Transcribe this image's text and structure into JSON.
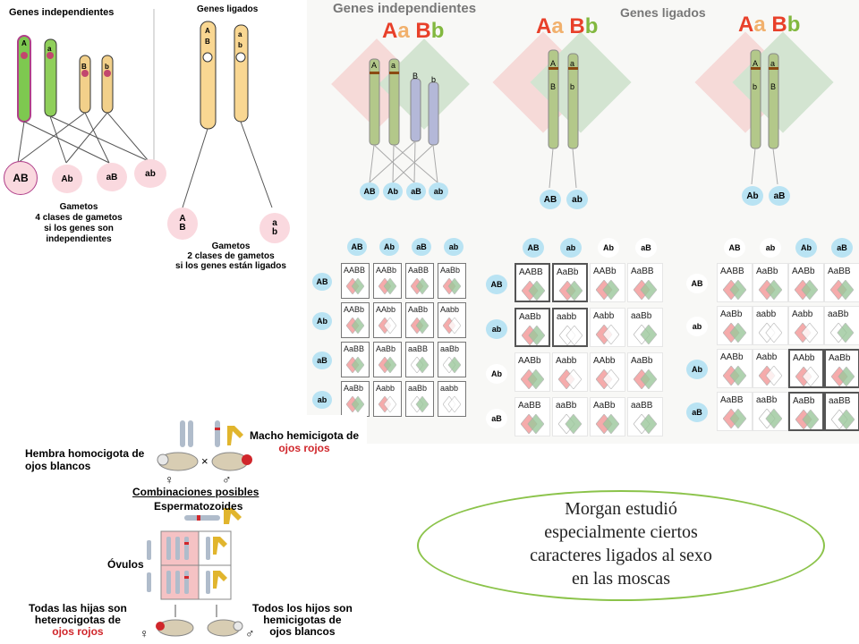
{
  "panel_left": {
    "title_independent": "Genes independientes",
    "title_linked": "Genes ligados",
    "chrom_labels": [
      "A",
      "a",
      "B",
      "b",
      "A",
      "B",
      "a",
      "b"
    ],
    "gametes_independent": [
      "AB",
      "Ab",
      "aB",
      "ab"
    ],
    "caption_independent": [
      "Gametos",
      "4 clases de gametos",
      "si los genes son",
      "independientes"
    ],
    "gametes_linked": [
      [
        "A",
        "B"
      ],
      [
        "a",
        "b"
      ]
    ],
    "caption_linked": [
      "Gametos",
      "2 clases de gametos",
      "si los genes están ligados"
    ]
  },
  "panel_right": {
    "title_independent": "Genes independientes",
    "title_linked": "Genes ligados",
    "genotype_letters": [
      "A",
      "a",
      "B",
      "b"
    ],
    "genotype_colors": [
      "#e8402a",
      "#f1b06c",
      "#e8402a",
      "#82b83f"
    ],
    "chrom_labels_independent": [
      "A",
      "a",
      "B",
      "b"
    ],
    "chrom_labels_linked": [
      "A",
      "a",
      "B",
      "b"
    ],
    "chrom_labels_linked2": [
      "A",
      "a",
      "b",
      "B"
    ],
    "gametes_independent": [
      "AB",
      "Ab",
      "aB",
      "ab"
    ],
    "gametes_linked1": [
      "AB",
      "ab"
    ],
    "gametes_linked2": [
      "Ab",
      "aB"
    ],
    "grid1_cols": [
      "AB",
      "Ab",
      "aB",
      "ab"
    ],
    "grid1_rows": [
      "AB",
      "Ab",
      "aB",
      "ab"
    ],
    "grid1_cells": [
      [
        "AABB",
        "AABb",
        "AaBB",
        "AaBb"
      ],
      [
        "AABb",
        "AAbb",
        "AaBb",
        "Aabb"
      ],
      [
        "AaBB",
        "AaBb",
        "aaBB",
        "aaBb"
      ],
      [
        "AaBb",
        "Aabb",
        "aaBb",
        "aabb"
      ]
    ],
    "grid2_cols": [
      "AB",
      "ab",
      "Ab",
      "aB"
    ],
    "grid2_rows": [
      "AB",
      "ab",
      "Ab",
      "aB"
    ],
    "grid2_cells": [
      [
        "AABB",
        "AaBb",
        "AABb",
        "AaBB"
      ],
      [
        "AaBb",
        "aabb",
        "Aabb",
        "aaBb"
      ],
      [
        "AABb",
        "Aabb",
        "AAbb",
        "AaBb"
      ],
      [
        "AaBB",
        "aaBb",
        "AaBb",
        "aaBB"
      ]
    ],
    "grid3_cols": [
      "AB",
      "ab",
      "Ab",
      "aB"
    ],
    "grid3_rows": [
      "AB",
      "ab",
      "Ab",
      "aB"
    ],
    "grid3_cells": [
      [
        "AABB",
        "AaBb",
        "AABb",
        "AaBB"
      ],
      [
        "AaBb",
        "aabb",
        "Aabb",
        "aaBb"
      ],
      [
        "AABb",
        "Aabb",
        "AAbb",
        "AaBb"
      ],
      [
        "AaBB",
        "aaBb",
        "AaBb",
        "aaBB"
      ]
    ]
  },
  "panel_bottom": {
    "female_label": [
      "Hembra homocigota de",
      "ojos blancos"
    ],
    "male_label": [
      "Macho hemicigota de",
      "ojos rojos"
    ],
    "cross_symbol": "×",
    "female_symbol": "♀",
    "male_symbol": "♂",
    "combinations": "Combinaciones posibles",
    "sperm": "Espermatozoides",
    "ovules": "Óvulos",
    "daughters": [
      "Todas las hijas son",
      "heterocigotas de",
      "ojos rojos"
    ],
    "sons": [
      "Todos los hijos son",
      "hemicigotas de",
      "ojos blancos"
    ],
    "red_color": "#d0262b"
  },
  "note": {
    "text": "Morgan estudió\nespecialmente ciertos\ncaracteres ligados al sexo\nen las moscas"
  }
}
